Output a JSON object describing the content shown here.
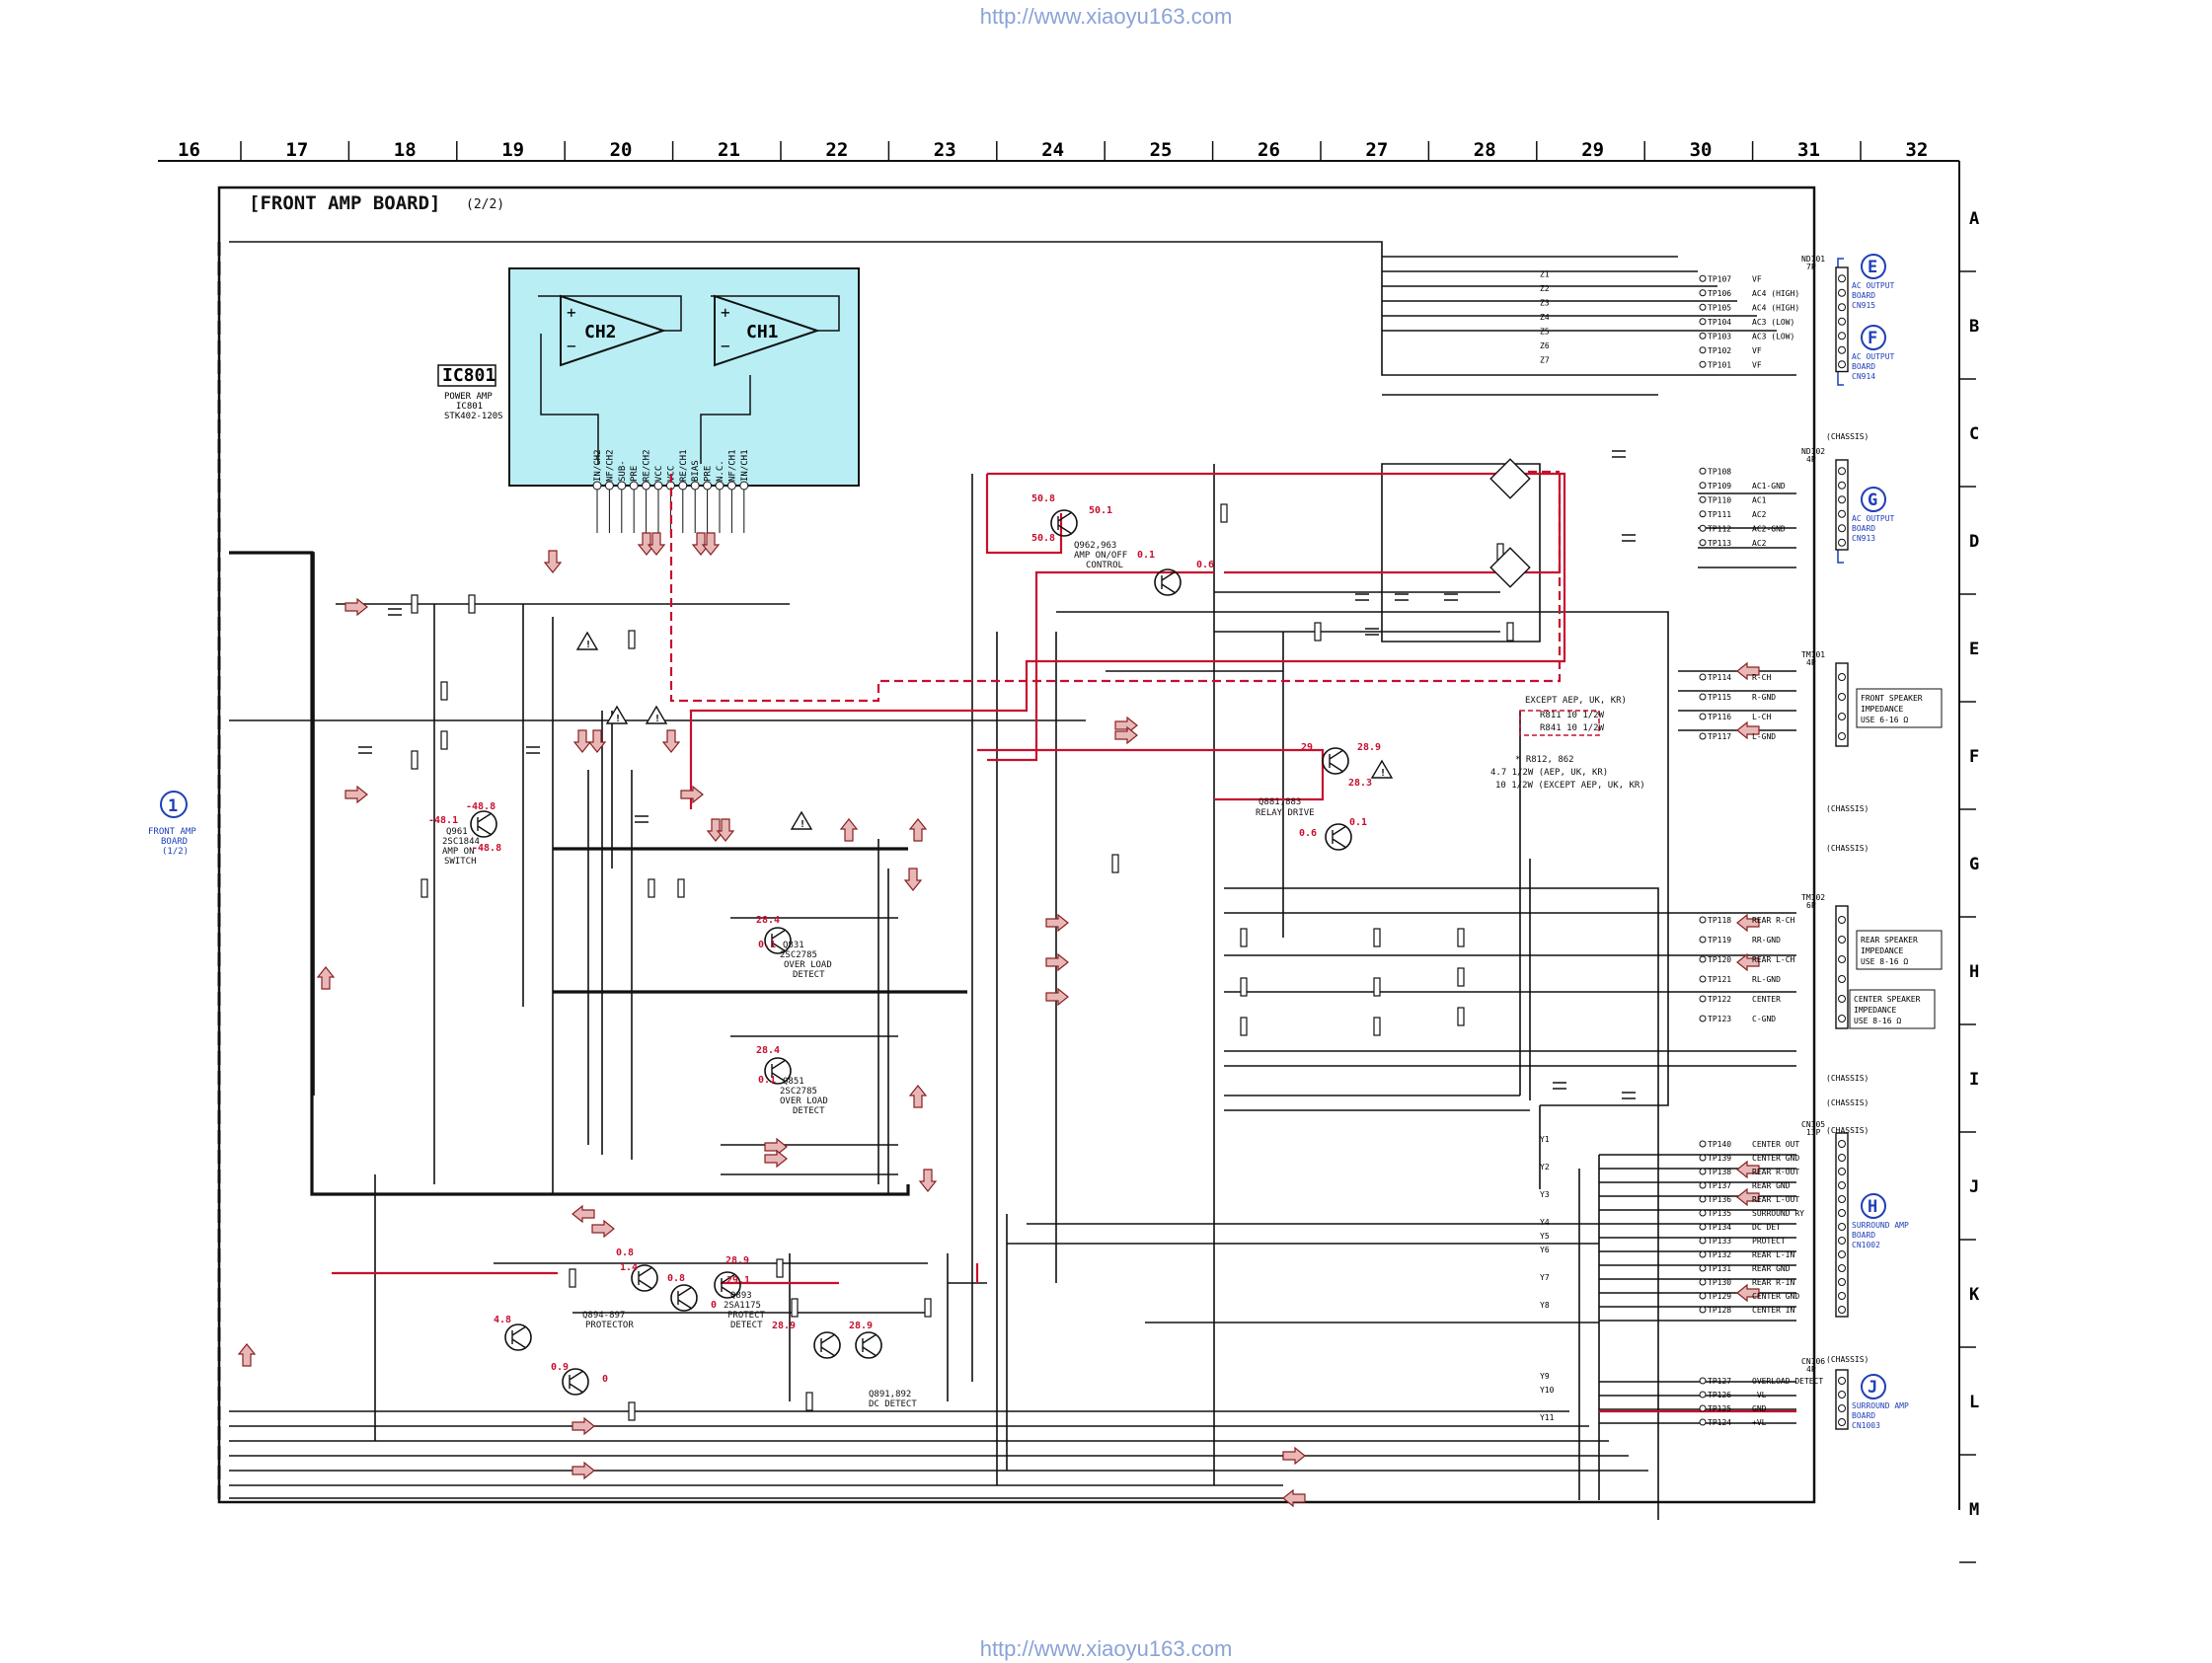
{
  "header_url": "http://www.xiaoyu163.com",
  "footer_url": "http://www.xiaoyu163.com",
  "board_title": "[FRONT AMP BOARD]",
  "board_page": "(2/2)",
  "column_numbers": [
    "16",
    "17",
    "18",
    "19",
    "20",
    "21",
    "22",
    "23",
    "24",
    "25",
    "26",
    "27",
    "28",
    "29",
    "30",
    "31",
    "32"
  ],
  "row_letters": [
    "A",
    "B",
    "C",
    "D",
    "E",
    "F",
    "G",
    "H",
    "I",
    "J",
    "K",
    "L",
    "M"
  ],
  "ic": {
    "ref": "IC801",
    "desc1": "POWER AMP",
    "desc2": "IC801",
    "desc3": "STK402-120S",
    "ch2": "CH2",
    "ch1": "CH1",
    "pins": [
      "IN/CH2",
      "NF/CH2",
      "SUB-",
      "PRE",
      "RE/CH2",
      "VCC",
      "VCC",
      "RE/CH1",
      "BIAS",
      "PRE",
      "N.C.",
      "NF/CH1",
      "IN/CH1"
    ]
  },
  "connectors_left": [
    {
      "num": "1",
      "line1": "FRONT AMP",
      "line2": "BOARD",
      "line3": "(1/2)"
    }
  ],
  "connectors_right": [
    {
      "letter": "E",
      "line1": "AC OUTPUT",
      "line2": "BOARD",
      "line3": "CN915",
      "color": "#1f3fb8"
    },
    {
      "letter": "F",
      "line1": "AC OUTPUT",
      "line2": "BOARD",
      "line3": "CN914",
      "color": "#1f3fb8"
    },
    {
      "letter": "G",
      "line1": "AC OUTPUT",
      "line2": "BOARD",
      "line3": "CN913",
      "color": "#1f3fb8"
    },
    {
      "letter": "H",
      "line1": "SURROUND AMP",
      "line2": "BOARD",
      "line3": "CN1002",
      "color": "#1f3fb8"
    },
    {
      "letter": "J",
      "line1": "SURROUND AMP",
      "line2": "BOARD",
      "line3": "CN1003",
      "color": "#1f3fb8"
    }
  ],
  "cn_top": {
    "ref": "ND101",
    "pins": "7P",
    "rows": [
      {
        "net": "Z1",
        "tp": "TP107",
        "label": "VF"
      },
      {
        "net": "Z2",
        "tp": "TP106",
        "label": "AC4 (HIGH)"
      },
      {
        "net": "Z3",
        "tp": "TP105",
        "label": "AC4 (HIGH)"
      },
      {
        "net": "Z4",
        "tp": "TP104",
        "label": "AC3 (LOW)"
      },
      {
        "net": "Z5",
        "tp": "TP103",
        "label": "AC3 (LOW)"
      },
      {
        "net": "Z6",
        "tp": "TP102",
        "label": "VF"
      },
      {
        "net": "Z7",
        "tp": "TP101",
        "label": "VF"
      }
    ]
  },
  "cn_ac": {
    "ref": "ND102",
    "pins": "4P",
    "rows": [
      {
        "tp": "TP108",
        "label": ""
      },
      {
        "tp": "TP109",
        "label": "AC1-GND"
      },
      {
        "tp": "TP110",
        "label": "AC1"
      },
      {
        "tp": "TP111",
        "label": "AC2"
      },
      {
        "tp": "TP112",
        "label": "AC2-GND"
      },
      {
        "tp": "TP113",
        "label": "AC2"
      }
    ]
  },
  "front_speaker": {
    "ref": "TM101",
    "pins": "4P",
    "rows": [
      {
        "tp": "TP114",
        "label": "R-CH"
      },
      {
        "tp": "TP115",
        "label": "R-GND"
      },
      {
        "tp": "TP116",
        "label": "L-CH"
      },
      {
        "tp": "TP117",
        "label": "L-GND"
      }
    ],
    "note": [
      "FRONT SPEAKER",
      "IMPEDANCE",
      "USE 6-16 Ω"
    ]
  },
  "rear_speaker": {
    "ref": "TM102",
    "pins": "6P",
    "rows": [
      {
        "tp": "TP118",
        "label": "REAR R-CH"
      },
      {
        "tp": "TP119",
        "label": "RR-GND"
      },
      {
        "tp": "TP120",
        "label": "REAR L-CH"
      },
      {
        "tp": "TP121",
        "label": "RL-GND"
      },
      {
        "tp": "TP122",
        "label": "CENTER"
      },
      {
        "tp": "TP123",
        "label": "C-GND"
      }
    ],
    "note_rear": [
      "REAR SPEAKER",
      "IMPEDANCE",
      "USE 8-16 Ω"
    ],
    "note_center": [
      "CENTER SPEAKER",
      "IMPEDANCE",
      "USE 8-16 Ω"
    ]
  },
  "cn_surround": {
    "ref": "CN105",
    "pins": "13P",
    "rows": [
      {
        "net": "Y1",
        "tp": "TP140",
        "label": "CENTER OUT"
      },
      {
        "net": "",
        "tp": "TP139",
        "label": "CENTER GND"
      },
      {
        "net": "Y2",
        "tp": "TP138",
        "label": "REAR R-OUT"
      },
      {
        "net": "",
        "tp": "TP137",
        "label": "REAR GND"
      },
      {
        "net": "Y3",
        "tp": "TP136",
        "label": "REAR L-OUT"
      },
      {
        "net": "",
        "tp": "TP135",
        "label": "SURROUND RY"
      },
      {
        "net": "Y4",
        "tp": "TP134",
        "label": "DC DET"
      },
      {
        "net": "Y5",
        "tp": "TP133",
        "label": "PROTECT"
      },
      {
        "net": "Y6",
        "tp": "TP132",
        "label": "REAR L-IN"
      },
      {
        "net": "",
        "tp": "TP131",
        "label": "REAR GND"
      },
      {
        "net": "Y7",
        "tp": "TP130",
        "label": "REAR R-IN"
      },
      {
        "net": "",
        "tp": "TP129",
        "label": "CENTER GND"
      },
      {
        "net": "Y8",
        "tp": "TP128",
        "label": "CENTER IN"
      }
    ]
  },
  "cn_surround2": {
    "ref": "CN106",
    "pins": "4P",
    "rows": [
      {
        "net": "Y9",
        "tp": "TP127",
        "label": "OVERLOAD DETECT"
      },
      {
        "net": "Y10",
        "tp": "TP126",
        "label": "-VL"
      },
      {
        "net": "",
        "tp": "TP125",
        "label": "GND"
      },
      {
        "net": "Y11",
        "tp": "TP124",
        "label": "+VL"
      }
    ]
  },
  "blocks": {
    "amp_on_switch": [
      "Q961",
      "2SC1844",
      "AMP ON",
      "SWITCH"
    ],
    "amp_on_off": [
      "Q962,963",
      "AMP ON/OFF",
      "CONTROL"
    ],
    "relay_drive": [
      "Q881,883",
      "RELAY DRIVE"
    ],
    "overload1": [
      "Q831",
      "2SC2785",
      "OVER LOAD",
      "DETECT"
    ],
    "overload2": [
      "Q851",
      "2SC2785",
      "OVER LOAD",
      "DETECT"
    ],
    "protector": [
      "Q894-897",
      "PROTECTOR"
    ],
    "protect_detect": [
      "Q893",
      "2SA1175",
      "PROTECT",
      "DETECT"
    ],
    "dc_detect": [
      "Q891,892",
      "DC DETECT"
    ],
    "relay_note": [
      "EXCEPT AEP, UK, KR)",
      "R811 10 1/2W",
      "R841 10 1/2W"
    ],
    "star_note": [
      "* R812, 862",
      "4.7 1/2W (AEP, UK, KR)",
      "10 1/2W (EXCEPT AEP, UK, KR)"
    ],
    "chassis": "(CHASSIS)"
  },
  "voltages": [
    "-48.1",
    "-48.8",
    "-48.8",
    "50.8",
    "50.1",
    "50.8",
    "0.1",
    "0.6",
    "29",
    "28.9",
    "28.3",
    "0.6",
    "0.1",
    "28.4",
    "0.1",
    "28.4",
    "0.1",
    "0.8",
    "1.4",
    "0.8",
    "28.9",
    "29.1",
    "0",
    "4.8",
    "0.9",
    "28.9",
    "28.9",
    "0"
  ],
  "colors": {
    "ic_fill": "#b9eef5",
    "red_wire": "#c8102e",
    "arrow_fill": "#e8b8b8",
    "connector_blue": "#1f3fb8",
    "url_blue": "#8aa3d8"
  }
}
